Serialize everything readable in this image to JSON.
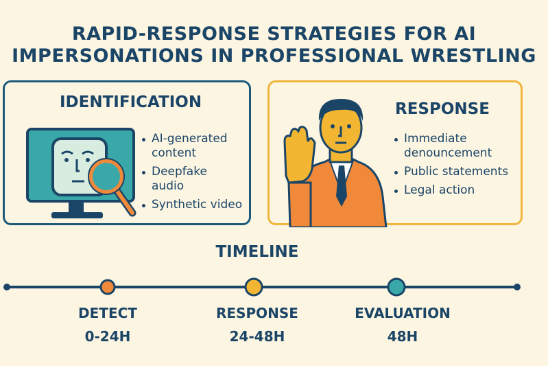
{
  "title": {
    "line1": "RAPID-RESPONSE STRATEGIES FOR AI",
    "line2": "IMPERSONATIONS IN PROFESSIONAL WRESTLING"
  },
  "identification": {
    "heading": "IDENTIFICATION",
    "icon": "monitor-face-magnifier-icon",
    "items": [
      "AI-generated content",
      "Deepfake audio",
      "Synthetic video"
    ]
  },
  "response": {
    "heading": "RESPONSE",
    "icon": "man-raised-hand-icon",
    "items": [
      "Immediate denouncement",
      "Public statements",
      "Legal action"
    ]
  },
  "timeline": {
    "heading": "TIMELINE",
    "stages": [
      {
        "label": "DETECT",
        "time": "0-24H",
        "color": "#f08a3a"
      },
      {
        "label": "RESPONSE",
        "time": "24-48H",
        "color": "#f2b632"
      },
      {
        "label": "EVALUATION",
        "time": "48H",
        "color": "#3aa8a8"
      }
    ]
  },
  "colors": {
    "navy": "#1b4567",
    "teal": "#3aa8a8",
    "orange": "#f08a3a",
    "yellow": "#f2b632",
    "background": "#fcf5e2"
  }
}
